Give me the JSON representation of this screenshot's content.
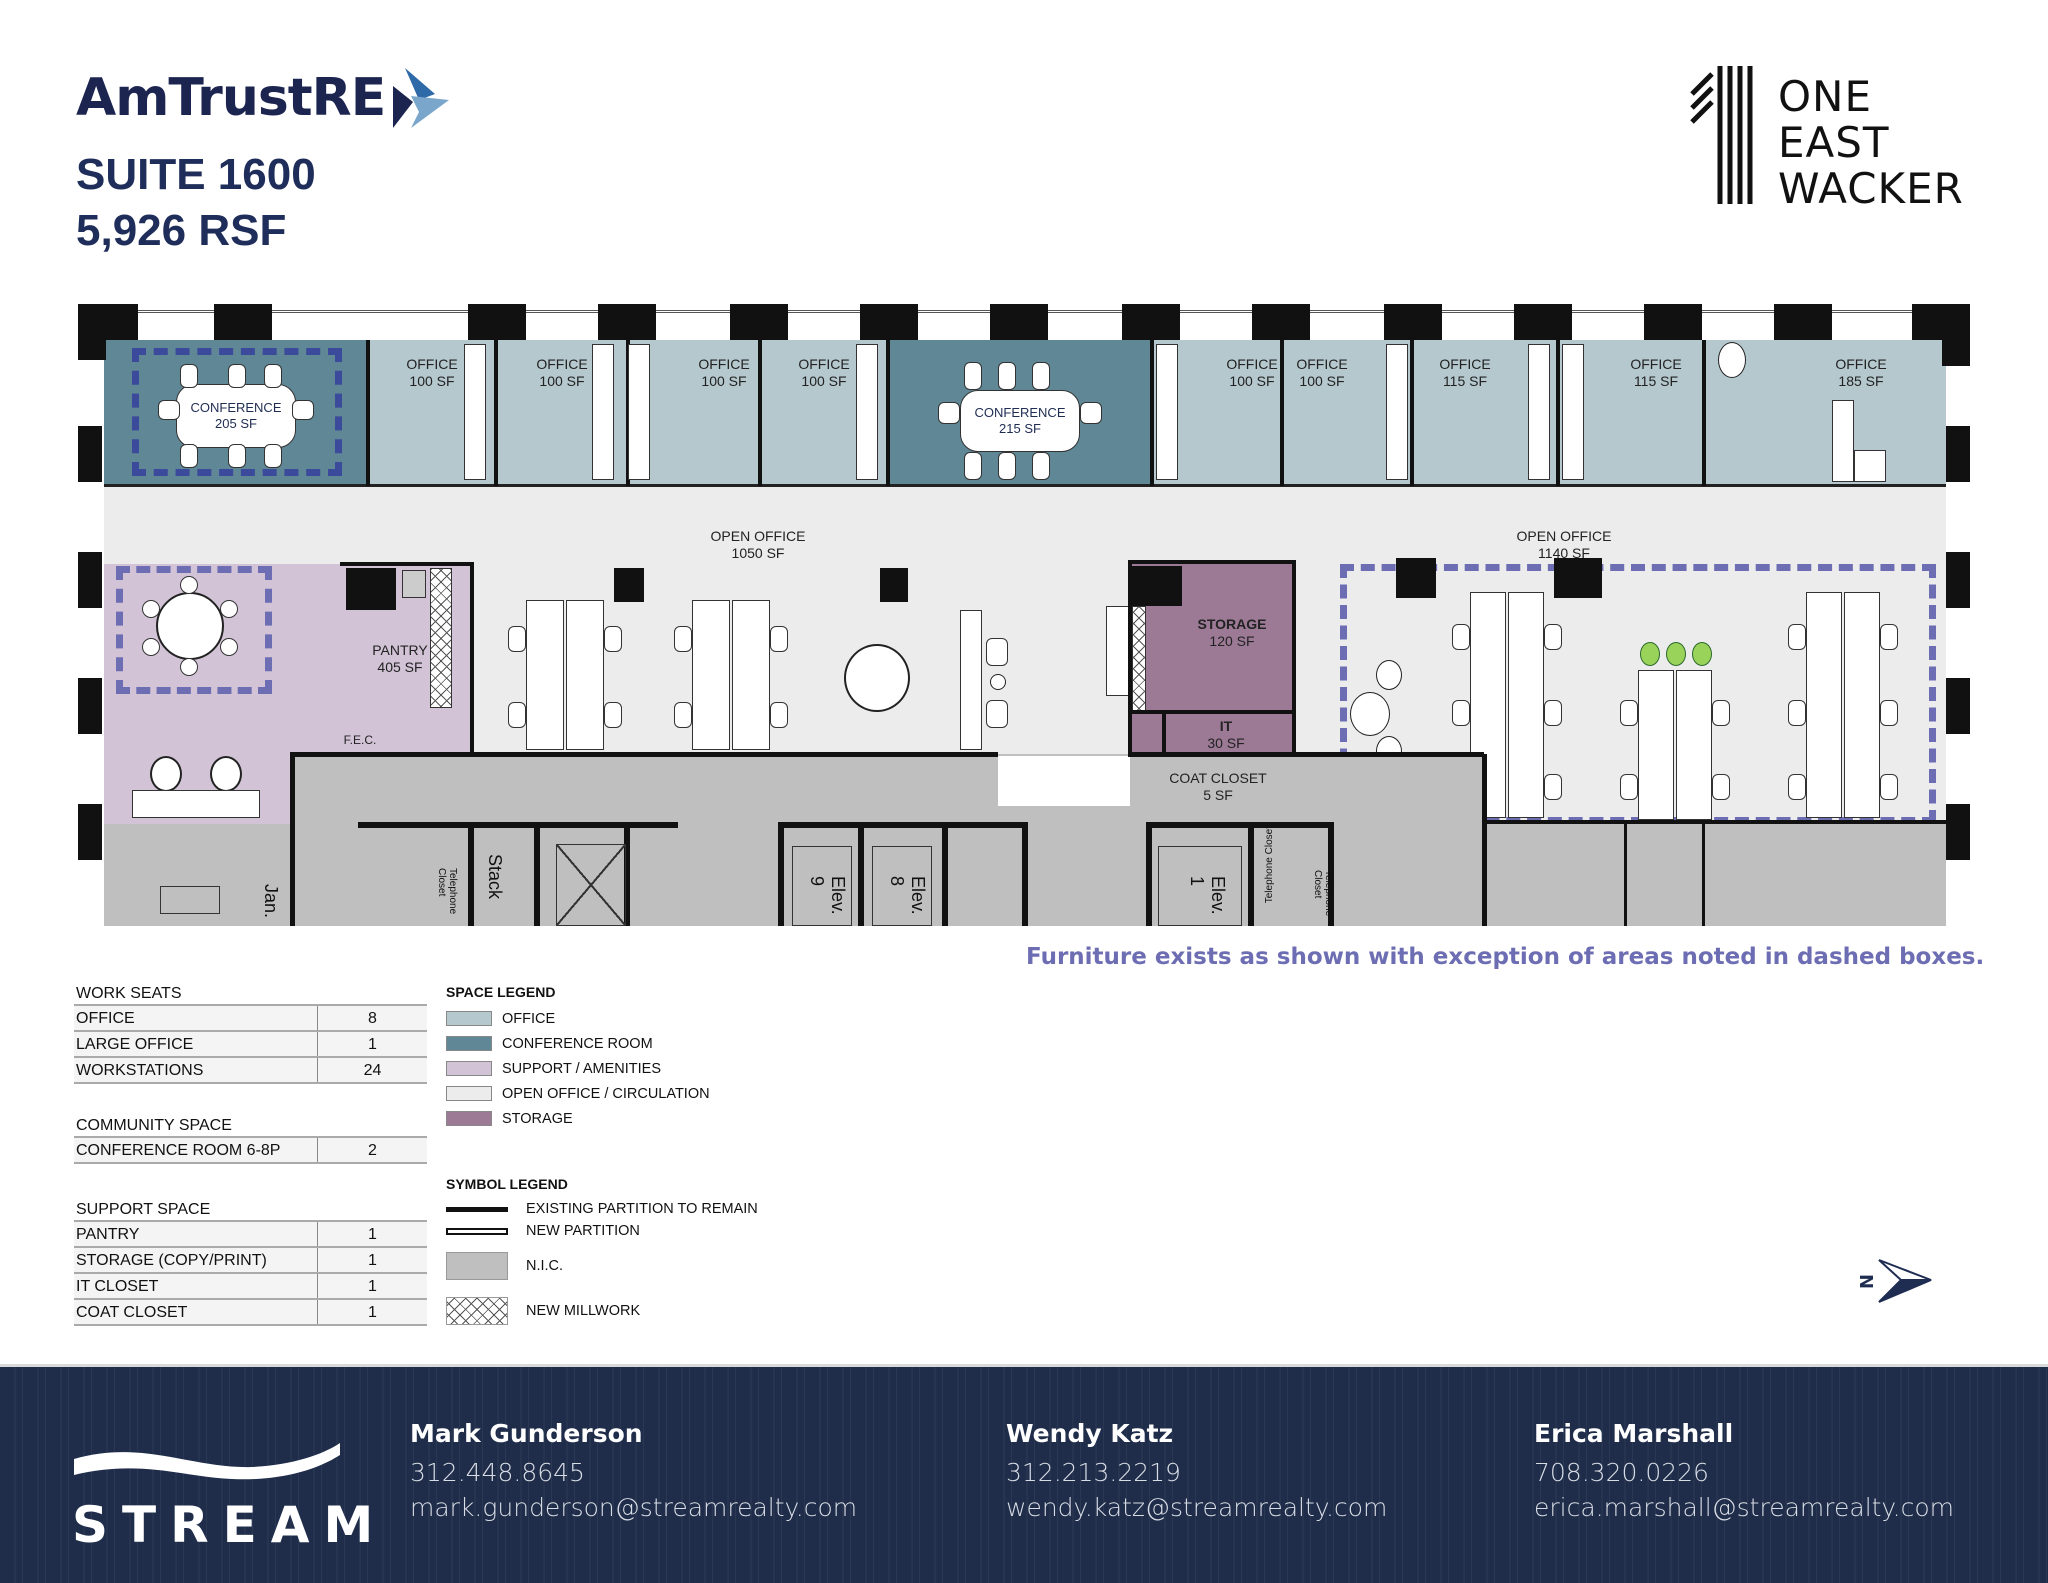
{
  "header": {
    "brand": "AmTrustRE",
    "suite": "SUITE 1600",
    "rsf": "5,926 RSF",
    "building_logo": [
      "ONE",
      "EAST",
      "WACKER"
    ]
  },
  "colors": {
    "office": "#b4c8ce",
    "conference_room": "#5f8795",
    "support_amenities": "#d2c4d6",
    "open_office_circulation": "#ececec",
    "storage": "#9c7a96",
    "nic": "#bfbfbf",
    "dashed_box": "#6d6db3",
    "navy": "#1f2d5a"
  },
  "floor_plan": {
    "rooms": [
      {
        "name": "CONFERENCE",
        "area": "205 SF"
      },
      {
        "name": "OFFICE",
        "area": "100 SF"
      },
      {
        "name": "OFFICE",
        "area": "100 SF"
      },
      {
        "name": "OFFICE",
        "area": "100 SF"
      },
      {
        "name": "OFFICE",
        "area": "100 SF"
      },
      {
        "name": "CONFERENCE",
        "area": "215 SF"
      },
      {
        "name": "OFFICE",
        "area": "100 SF"
      },
      {
        "name": "OFFICE",
        "area": "100 SF"
      },
      {
        "name": "OFFICE",
        "area": "115 SF"
      },
      {
        "name": "OFFICE",
        "area": "115 SF"
      },
      {
        "name": "OFFICE",
        "area": "185 SF"
      },
      {
        "name": "OPEN OFFICE",
        "area": "1050 SF"
      },
      {
        "name": "OPEN OFFICE",
        "area": "1140 SF"
      },
      {
        "name": "PANTRY",
        "area": "405 SF"
      },
      {
        "name": "STORAGE",
        "area": "120 SF"
      },
      {
        "name": "IT",
        "area": "30 SF"
      },
      {
        "name": "COAT CLOSET",
        "area": "5 SF"
      }
    ],
    "core_labels": {
      "fec": "F.E.C.",
      "jan": "Jan.",
      "telephone_closet": "Telephone Closet",
      "stack": "Stack",
      "elev9": "Elev. 9",
      "elev8": "Elev. 8",
      "elev1": "Elev. 1"
    },
    "notice": "Furniture exists as shown with exception of areas noted in dashed boxes."
  },
  "work_seats": {
    "title": "WORK SEATS",
    "rows": [
      {
        "label": "OFFICE",
        "value": "8"
      },
      {
        "label": "LARGE OFFICE",
        "value": "1"
      },
      {
        "label": "WORKSTATIONS",
        "value": "24"
      }
    ]
  },
  "community_space": {
    "title": "COMMUNITY SPACE",
    "rows": [
      {
        "label": "CONFERENCE ROOM 6-8P",
        "value": "2"
      }
    ]
  },
  "support_space": {
    "title": "SUPPORT SPACE",
    "rows": [
      {
        "label": "PANTRY",
        "value": "1"
      },
      {
        "label": "STORAGE (COPY/PRINT)",
        "value": "1"
      },
      {
        "label": "IT CLOSET",
        "value": "1"
      },
      {
        "label": "COAT CLOSET",
        "value": "1"
      }
    ]
  },
  "space_legend": {
    "title": "SPACE LEGEND",
    "items": [
      {
        "label": "OFFICE",
        "color": "#b4c8ce"
      },
      {
        "label": "CONFERENCE ROOM",
        "color": "#5f8795"
      },
      {
        "label": "SUPPORT / AMENITIES",
        "color": "#d2c4d6"
      },
      {
        "label": "OPEN OFFICE / CIRCULATION",
        "color": "#ececec"
      },
      {
        "label": "STORAGE",
        "color": "#9c7a96"
      }
    ]
  },
  "symbol_legend": {
    "title": "SYMBOL LEGEND",
    "items": [
      {
        "label": "EXISTING PARTITION TO REMAIN",
        "icon": "solid-line-icon"
      },
      {
        "label": "NEW PARTITION",
        "icon": "hollow-line-icon"
      },
      {
        "label": "N.I.C.",
        "icon": "gray-box-icon"
      },
      {
        "label": "NEW MILLWORK",
        "icon": "crosshatch-icon"
      }
    ]
  },
  "north_arrow": {
    "label": "N"
  },
  "footer": {
    "logo": "STREAM",
    "contacts": [
      {
        "name": "Mark Gunderson",
        "phone": "312.448.8645",
        "email": "mark.gunderson@streamrealty.com"
      },
      {
        "name": "Wendy Katz",
        "phone": "312.213.2219",
        "email": "wendy.katz@streamrealty.com"
      },
      {
        "name": "Erica Marshall",
        "phone": "708.320.0226",
        "email": "erica.marshall@streamrealty.com"
      }
    ]
  }
}
